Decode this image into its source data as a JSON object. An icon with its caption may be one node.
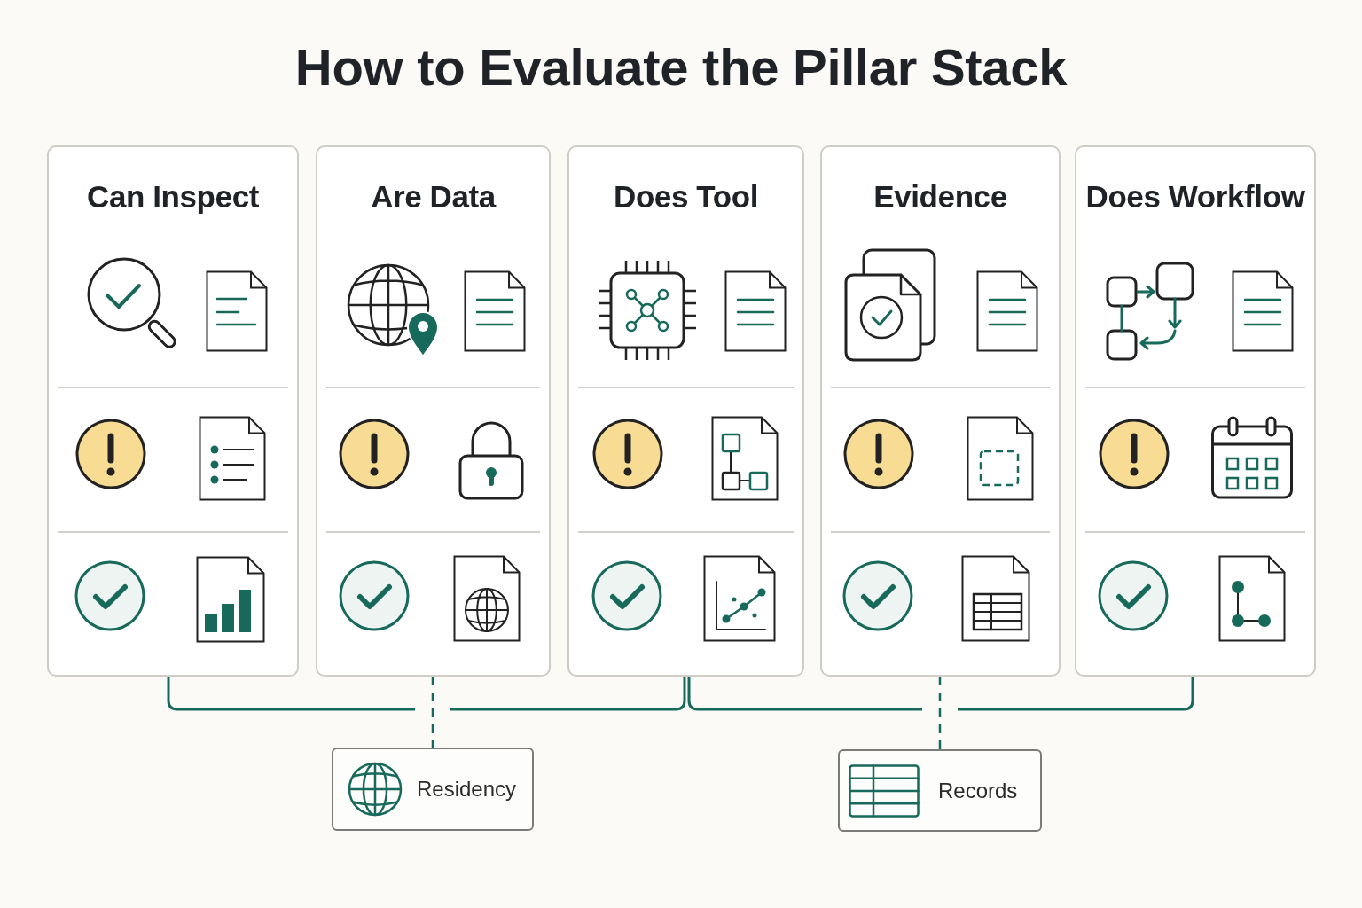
{
  "diagram": {
    "title": "How to Evaluate the Pillar Stack",
    "nodes": [
      {
        "text": [
          "Can Inspect"
        ]
      },
      {
        "text": [
          "Are Data"
        ]
      },
      {
        "text": [
          "Does Tool"
        ]
      },
      {
        "text": [
          "Evidence"
        ]
      },
      {
        "text": [
          "Does Workflow"
        ]
      },
      {
        "text": [
          "Residency"
        ]
      },
      {
        "text": [
          "Records"
        ]
      }
    ],
    "edges": [
      {
        "from": 1,
        "to": 5,
        "arrow": "none",
        "style": "dashed"
      },
      {
        "from": 3,
        "to": 6,
        "arrow": "none",
        "style": "dashed"
      }
    ]
  }
}
